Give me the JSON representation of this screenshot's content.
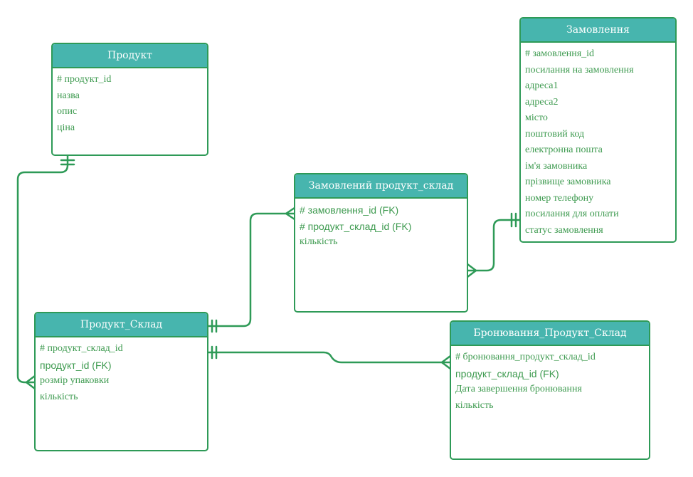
{
  "entities": {
    "produkt": {
      "title": "Продукт",
      "fields": [
        "# продукт_id",
        "назва",
        "опис",
        "ціна"
      ]
    },
    "zamovlennia": {
      "title": "Замовлення",
      "fields": [
        "# замовлення_id",
        "посилання на замовлення",
        "адреса1",
        "адреса2",
        "місто",
        "поштовий код",
        "електронна пошта",
        "ім'я замовника",
        "прізвище замовника",
        "номер телефону",
        "посилання для оплати",
        "статус замовлення"
      ]
    },
    "zamovlenyi_produkt_sklad": {
      "title": "Замовлений продукт_склад",
      "fields": [
        "# замовлення_id  (FK)",
        "# продукт_склад_id  (FK)",
        "кількість"
      ]
    },
    "produkt_sklad": {
      "title": "Продукт_Склад",
      "fields": [
        "# продукт_склад_id",
        "продукт_id (FK)",
        "розмір упаковки",
        "кількість"
      ]
    },
    "bronyuvannia": {
      "title": "Бронювання_Продукт_Склад",
      "fields": [
        "# бронювання_продукт_склад_id",
        "продукт_склад_id (FK)",
        "Дата завершення бронювання",
        "кількість"
      ]
    }
  },
  "relationships": [
    {
      "from": "produkt",
      "to": "produkt_sklad",
      "from_cardinality": "one-and-only-one",
      "to_cardinality": "many"
    },
    {
      "from": "produkt_sklad",
      "to": "zamovlenyi_produkt_sklad",
      "from_cardinality": "one-and-only-one",
      "to_cardinality": "many"
    },
    {
      "from": "zamovlennia",
      "to": "zamovlenyi_produkt_sklad",
      "from_cardinality": "one-and-only-one",
      "to_cardinality": "many"
    },
    {
      "from": "produkt_sklad",
      "to": "bronyuvannia",
      "from_cardinality": "one-and-only-one",
      "to_cardinality": "many"
    }
  ],
  "colors": {
    "header_fill": "#47b5ae",
    "border": "#2e9a57",
    "field_text": "#3d9a4f",
    "header_text": "#ffffff"
  }
}
